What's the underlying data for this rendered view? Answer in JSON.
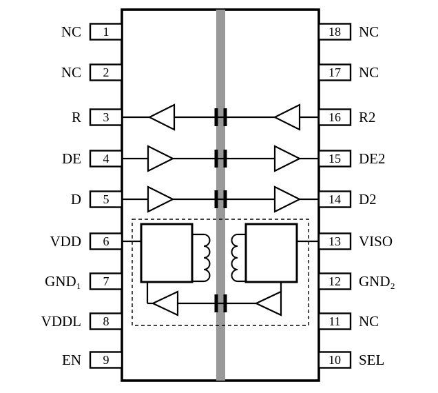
{
  "pins": {
    "left": [
      {
        "number": "1",
        "label": "NC"
      },
      {
        "number": "2",
        "label": "NC"
      },
      {
        "number": "3",
        "label": "R"
      },
      {
        "number": "4",
        "label": "DE"
      },
      {
        "number": "5",
        "label": "D"
      },
      {
        "number": "6",
        "label": "VDD"
      },
      {
        "number": "7",
        "label": "GND₁"
      },
      {
        "number": "8",
        "label": "VDDL"
      },
      {
        "number": "9",
        "label": "EN"
      }
    ],
    "right": [
      {
        "number": "18",
        "label": "NC"
      },
      {
        "number": "17",
        "label": "NC"
      },
      {
        "number": "16",
        "label": "R2"
      },
      {
        "number": "15",
        "label": "DE2"
      },
      {
        "number": "14",
        "label": "D2"
      },
      {
        "number": "13",
        "label": "VISO"
      },
      {
        "number": "12",
        "label": "GND₂"
      },
      {
        "number": "11",
        "label": "NC"
      },
      {
        "number": "10",
        "label": "SEL"
      }
    ]
  },
  "colors": {
    "line": "#000000",
    "isolation_bar": "#999999",
    "background": "#ffffff"
  }
}
